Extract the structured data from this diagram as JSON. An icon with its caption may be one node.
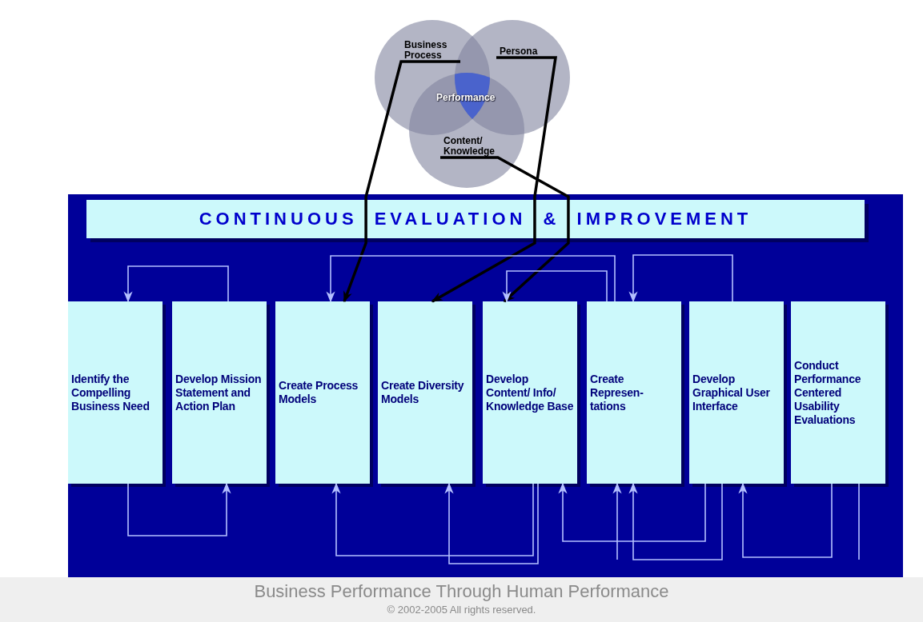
{
  "diagram": {
    "caption": "Business Performance Through Human Performance",
    "nodes": [
      {
        "text": [
          "Business Process"
        ]
      },
      {
        "text": [
          "Persona"
        ]
      },
      {
        "text": [
          "Content/ Knowledge"
        ]
      },
      {
        "text": [
          "Performance"
        ]
      },
      {
        "text": [
          "CONTINUOUS EVALUATION & IMPROVEMENT"
        ]
      },
      {
        "text": [
          "Identify the Compelling Business Need"
        ]
      },
      {
        "text": [
          "Develop Mission Statement and Action Plan"
        ]
      },
      {
        "text": [
          "Create Process Models"
        ]
      },
      {
        "text": [
          "Create Diversity Models"
        ]
      },
      {
        "text": [
          "Develop Content/ Info/ Knowledge Base"
        ]
      },
      {
        "text": [
          "Create Represen- tations"
        ]
      },
      {
        "text": [
          "Develop Graphical User Interface"
        ]
      },
      {
        "text": [
          "Conduct Performance Centered Usability Evaluations"
        ]
      }
    ],
    "edges": [
      {
        "from": 0,
        "to": 7,
        "arrow": "to",
        "style": "thick",
        "color": "#000000"
      },
      {
        "from": 1,
        "to": 8,
        "arrow": "to",
        "style": "thick",
        "color": "#000000"
      },
      {
        "from": 2,
        "to": 9,
        "arrow": "to",
        "style": "thick",
        "color": "#000000"
      },
      {
        "from": 6,
        "to": 5,
        "arrow": "to"
      },
      {
        "from": 10,
        "to": 7,
        "arrow": "to"
      },
      {
        "from": 10,
        "to": 9,
        "arrow": "to"
      },
      {
        "from": 11,
        "to": 10,
        "arrow": "to"
      },
      {
        "from": 5,
        "to": 6,
        "arrow": "to"
      },
      {
        "from": 9,
        "to": 7,
        "arrow": "to"
      },
      {
        "from": 9,
        "to": 8,
        "arrow": "to"
      },
      {
        "from": 11,
        "to": 9,
        "arrow": "to"
      },
      {
        "from": null,
        "to": 10,
        "arrow": "to"
      },
      {
        "from": 11,
        "to": 10,
        "arrow": "to"
      },
      {
        "from": 12,
        "to": 11,
        "arrow": "to"
      },
      {
        "from": 12,
        "to": null,
        "arrow": "none"
      }
    ],
    "labels": [
      "© 2002-2005 All rights reserved."
    ]
  }
}
